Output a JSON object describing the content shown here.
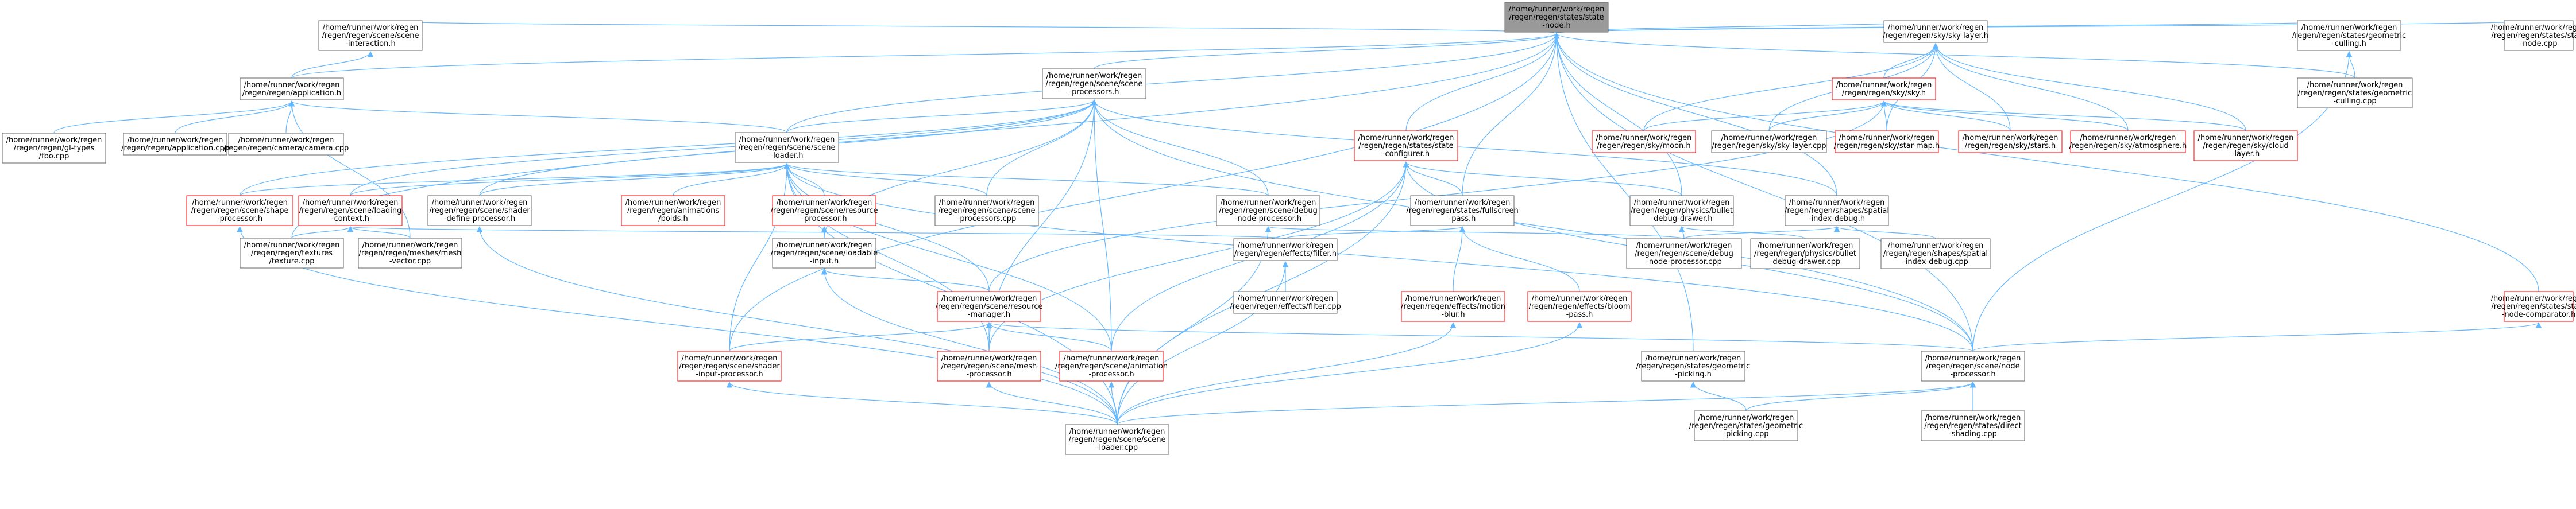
{
  "colors": {
    "edge": "#63b8ff",
    "node_border_normal": "#666666",
    "node_border_warning": "#ff0000",
    "node_fill_root": "#999999",
    "node_fill": "#ffffff"
  },
  "nodes": [
    {
      "id": "root",
      "lines": [
        "/home/runner/work/regen",
        "/regen/regen/states/state",
        "-node.h"
      ],
      "style": "root"
    },
    {
      "id": "interaction",
      "lines": [
        "/home/runner/work/regen",
        "/regen/regen/scene/scene",
        "-interaction.h"
      ],
      "style": "normal"
    },
    {
      "id": "application_h",
      "lines": [
        "/home/runner/work/regen",
        "/regen/regen/application.h"
      ],
      "style": "normal"
    },
    {
      "id": "qt_types",
      "lines": [
        "/home/runner/work/regen",
        "/regen/regen/gl-types",
        "/fbo.cpp"
      ],
      "style": "normal"
    },
    {
      "id": "application_cpp",
      "lines": [
        "/home/runner/work/regen",
        "/regen/regen/application.cpp"
      ],
      "style": "normal"
    },
    {
      "id": "camera_cpp",
      "lines": [
        "/home/runner/work/regen",
        "/regen/regen/camera/camera.cpp"
      ],
      "style": "normal"
    },
    {
      "id": "scene_processors_h",
      "lines": [
        "/home/runner/work/regen",
        "/regen/regen/scene/scene",
        "-processors.h"
      ],
      "style": "normal"
    },
    {
      "id": "scene_loader_h",
      "lines": [
        "/home/runner/work/regen",
        "/regen/regen/scene/scene",
        "-loader.h"
      ],
      "style": "normal"
    },
    {
      "id": "shape_processor",
      "lines": [
        "/home/runner/work/regen",
        "/regen/regen/scene/shape",
        "-processor.h"
      ],
      "style": "warning"
    },
    {
      "id": "loading_context",
      "lines": [
        "/home/runner/work/regen",
        "/regen/regen/scene/loading",
        "-context.h"
      ],
      "style": "warning"
    },
    {
      "id": "shader_define",
      "lines": [
        "/home/runner/work/regen",
        "/regen/regen/scene/shader",
        "-define-processor.h"
      ],
      "style": "normal"
    },
    {
      "id": "boids",
      "lines": [
        "/home/runner/work/regen",
        "/regen/regen/animations",
        "/boids.h"
      ],
      "style": "warning"
    },
    {
      "id": "resource_processor",
      "lines": [
        "/home/runner/work/regen",
        "/regen/regen/scene/resource",
        "-processor.h"
      ],
      "style": "warning"
    },
    {
      "id": "scene_processors_cpp",
      "lines": [
        "/home/runner/work/regen",
        "/regen/regen/scene/scene",
        "-processors.cpp"
      ],
      "style": "normal"
    },
    {
      "id": "textures_cpp",
      "lines": [
        "/home/runner/work/regen",
        "/regen/regen/textures",
        "/texture.cpp"
      ],
      "style": "normal"
    },
    {
      "id": "mesh_vector",
      "lines": [
        "/home/runner/work/regen",
        "/regen/regen/meshes/mesh",
        "-vector.cpp"
      ],
      "style": "normal"
    },
    {
      "id": "loadable_input",
      "lines": [
        "/home/runner/work/regen",
        "/regen/regen/scene/loadable",
        "-input.h"
      ],
      "style": "normal"
    },
    {
      "id": "resource_manager",
      "lines": [
        "/home/runner/work/regen",
        "/regen/regen/scene/resource",
        "-manager.h"
      ],
      "style": "warning"
    },
    {
      "id": "shader_input",
      "lines": [
        "/home/runner/work/regen",
        "/regen/regen/scene/shader",
        "-input-processor.h"
      ],
      "style": "warning"
    },
    {
      "id": "mesh_processor",
      "lines": [
        "/home/runner/work/regen",
        "/regen/regen/scene/mesh",
        "-processor.h"
      ],
      "style": "warning"
    },
    {
      "id": "animation_processor",
      "lines": [
        "/home/runner/work/regen",
        "/regen/regen/scene/animation",
        "-processor.h"
      ],
      "style": "warning"
    },
    {
      "id": "scene_loader_cpp",
      "lines": [
        "/home/runner/work/regen",
        "/regen/regen/scene/scene",
        "-loader.cpp"
      ],
      "style": "normal"
    },
    {
      "id": "debug_node_h",
      "lines": [
        "/home/runner/work/regen",
        "/regen/regen/scene/debug",
        "-node-processor.h"
      ],
      "style": "normal"
    },
    {
      "id": "state_configurer",
      "lines": [
        "/home/runner/work/regen",
        "/regen/regen/states/state",
        "-configurer.h"
      ],
      "style": "warning"
    },
    {
      "id": "fullscreen_pass",
      "lines": [
        "/home/runner/work/regen",
        "/regen/regen/states/fullscreen",
        "-pass.h"
      ],
      "style": "normal"
    },
    {
      "id": "filter_h",
      "lines": [
        "/home/runner/work/regen",
        "/regen/regen/effects/filter.h"
      ],
      "style": "normal"
    },
    {
      "id": "filter_cpp",
      "lines": [
        "/home/runner/work/regen",
        "/regen/regen/effects/filter.cpp"
      ],
      "style": "normal"
    },
    {
      "id": "motion_blur",
      "lines": [
        "/home/runner/work/regen",
        "/regen/regen/effects/motion",
        "-blur.h"
      ],
      "style": "warning"
    },
    {
      "id": "bloom_pass",
      "lines": [
        "/home/runner/work/regen",
        "/regen/regen/effects/bloom",
        "-pass.h"
      ],
      "style": "warning"
    },
    {
      "id": "bullet_debug_h",
      "lines": [
        "/home/runner/work/regen",
        "/regen/regen/physics/bullet",
        "-debug-drawer.h"
      ],
      "style": "normal"
    },
    {
      "id": "debug_node_cpp",
      "lines": [
        "/home/runner/work/regen",
        "/regen/regen/scene/debug",
        "-node-processor.cpp"
      ],
      "style": "normal"
    },
    {
      "id": "bullet_debug_cpp",
      "lines": [
        "/home/runner/work/regen",
        "/regen/regen/physics/bullet",
        "-debug-drawer.cpp"
      ],
      "style": "normal"
    },
    {
      "id": "geometric_picking_h",
      "lines": [
        "/home/runner/work/regen",
        "/regen/regen/states/geometric",
        "-picking.h"
      ],
      "style": "normal"
    },
    {
      "id": "geometric_picking_cpp",
      "lines": [
        "/home/runner/work/regen",
        "/regen/regen/states/geometric",
        "-picking.cpp"
      ],
      "style": "normal"
    },
    {
      "id": "scene_node_processor",
      "lines": [
        "/home/runner/work/regen",
        "/regen/regen/scene/node",
        "-processor.h"
      ],
      "style": "normal"
    },
    {
      "id": "direct_shading",
      "lines": [
        "/home/runner/work/regen",
        "/regen/regen/states/direct",
        "-shading.cpp"
      ],
      "style": "normal"
    },
    {
      "id": "sky_layer_h",
      "lines": [
        "/home/runner/work/regen",
        "/regen/regen/sky/sky-layer.h"
      ],
      "style": "normal"
    },
    {
      "id": "sky_h",
      "lines": [
        "/home/runner/work/regen",
        "/regen/regen/sky/sky.h"
      ],
      "style": "warning"
    },
    {
      "id": "sky_moon",
      "lines": [
        "/home/runner/work/regen",
        "/regen/regen/sky/moon.h"
      ],
      "style": "warning"
    },
    {
      "id": "sky_layer_cpp",
      "lines": [
        "/home/runner/work/regen",
        "/regen/regen/sky/sky-layer.cpp"
      ],
      "style": "normal"
    },
    {
      "id": "star_map",
      "lines": [
        "/home/runner/work/regen",
        "/regen/regen/sky/star-map.h"
      ],
      "style": "warning"
    },
    {
      "id": "stars",
      "lines": [
        "/home/runner/work/regen",
        "/regen/regen/sky/stars.h"
      ],
      "style": "warning"
    },
    {
      "id": "atmosphere",
      "lines": [
        "/home/runner/work/regen",
        "/regen/regen/sky/atmosphere.h"
      ],
      "style": "warning"
    },
    {
      "id": "cloud_layer",
      "lines": [
        "/home/runner/work/regen",
        "/regen/regen/sky/cloud",
        "-layer.h"
      ],
      "style": "warning"
    },
    {
      "id": "spatial_index_h",
      "lines": [
        "/home/runner/work/regen",
        "/regen/regen/shapes/spatial",
        "-index-debug.h"
      ],
      "style": "normal"
    },
    {
      "id": "spatial_index_cpp",
      "lines": [
        "/home/runner/work/regen",
        "/regen/regen/shapes/spatial",
        "-index-debug.cpp"
      ],
      "style": "normal"
    },
    {
      "id": "culling_h",
      "lines": [
        "/home/runner/work/regen",
        "/regen/regen/states/geometric",
        "-culling.h"
      ],
      "style": "normal"
    },
    {
      "id": "culling_cpp",
      "lines": [
        "/home/runner/work/regen",
        "/regen/regen/states/geometric",
        "-culling.cpp"
      ],
      "style": "normal"
    },
    {
      "id": "state_node_cpp",
      "lines": [
        "/home/runner/work/regen",
        "/regen/regen/states/state",
        "-node.cpp"
      ],
      "style": "normal"
    },
    {
      "id": "state_node_comparator",
      "lines": [
        "/home/runner/work/regen",
        "/regen/regen/states/state",
        "-node-comparator.h"
      ],
      "style": "warning"
    }
  ],
  "edges": [
    [
      "interaction",
      "root"
    ],
    [
      "application_h",
      "root"
    ],
    [
      "scene_processors_h",
      "root"
    ],
    [
      "scene_loader_h",
      "root"
    ],
    [
      "state_configurer",
      "root"
    ],
    [
      "fullscreen_pass",
      "root"
    ],
    [
      "sky_layer_h",
      "root"
    ],
    [
      "culling_h",
      "root"
    ],
    [
      "state_node_cpp",
      "root"
    ],
    [
      "state_node_comparator",
      "root"
    ],
    [
      "scene_node_processor",
      "root"
    ],
    [
      "geometric_picking_h",
      "root"
    ],
    [
      "bullet_debug_h",
      "root"
    ],
    [
      "spatial_index_h",
      "root"
    ],
    [
      "culling_cpp",
      "root"
    ],
    [
      "shader_input",
      "root"
    ],
    [
      "textures_cpp",
      "root"
    ],
    [
      "application_h",
      "interaction"
    ],
    [
      "qt_types",
      "application_h"
    ],
    [
      "application_cpp",
      "application_h"
    ],
    [
      "camera_cpp",
      "application_h"
    ],
    [
      "scene_loader_h",
      "application_h"
    ],
    [
      "mesh_vector",
      "application_h"
    ],
    [
      "scene_loader_h",
      "scene_processors_h"
    ],
    [
      "scene_processors_cpp",
      "scene_processors_h"
    ],
    [
      "debug_node_h",
      "scene_processors_h"
    ],
    [
      "loadable_input",
      "scene_processors_h"
    ],
    [
      "mesh_processor",
      "scene_processors_h"
    ],
    [
      "animation_processor",
      "scene_processors_h"
    ],
    [
      "shader_define",
      "scene_processors_h"
    ],
    [
      "loading_context",
      "scene_processors_h"
    ],
    [
      "spatial_index_h",
      "scene_processors_h"
    ],
    [
      "scene_node_processor",
      "scene_processors_h"
    ],
    [
      "shape_processor",
      "scene_processors_h"
    ],
    [
      "shape_processor",
      "scene_loader_h"
    ],
    [
      "loading_context",
      "scene_loader_h"
    ],
    [
      "shader_define",
      "scene_loader_h"
    ],
    [
      "boids",
      "scene_loader_h"
    ],
    [
      "resource_processor",
      "scene_loader_h"
    ],
    [
      "scene_processors_cpp",
      "scene_loader_h"
    ],
    [
      "debug_node_h",
      "scene_loader_h"
    ],
    [
      "resource_manager",
      "scene_loader_h"
    ],
    [
      "scene_loader_cpp",
      "scene_loader_h"
    ],
    [
      "shader_input",
      "scene_loader_h"
    ],
    [
      "mesh_processor",
      "scene_loader_h"
    ],
    [
      "animation_processor",
      "scene_loader_h"
    ],
    [
      "scene_node_processor",
      "scene_loader_h"
    ],
    [
      "textures_cpp",
      "loading_context"
    ],
    [
      "mesh_vector",
      "loading_context"
    ],
    [
      "filter_h",
      "loading_context"
    ],
    [
      "scene_loader_cpp",
      "shape_processor"
    ],
    [
      "scene_loader_cpp",
      "shader_define"
    ],
    [
      "loadable_input",
      "resource_processor"
    ],
    [
      "resource_manager",
      "loadable_input"
    ],
    [
      "scene_loader_cpp",
      "loadable_input"
    ],
    [
      "shader_input",
      "resource_manager"
    ],
    [
      "mesh_processor",
      "resource_manager"
    ],
    [
      "animation_processor",
      "resource_manager"
    ],
    [
      "scene_node_processor",
      "resource_manager"
    ],
    [
      "scene_loader_cpp",
      "shader_input"
    ],
    [
      "scene_loader_cpp",
      "mesh_processor"
    ],
    [
      "scene_loader_cpp",
      "animation_processor"
    ],
    [
      "debug_node_cpp",
      "debug_node_h"
    ],
    [
      "scene_loader_cpp",
      "debug_node_h"
    ],
    [
      "fullscreen_pass",
      "state_configurer"
    ],
    [
      "bullet_debug_h",
      "state_configurer"
    ],
    [
      "mesh_processor",
      "state_configurer"
    ],
    [
      "animation_processor",
      "state_configurer"
    ],
    [
      "scene_loader_cpp",
      "state_configurer"
    ],
    [
      "scene_node_processor",
      "state_configurer"
    ],
    [
      "filter_h",
      "fullscreen_pass"
    ],
    [
      "motion_blur",
      "fullscreen_pass"
    ],
    [
      "bloom_pass",
      "fullscreen_pass"
    ],
    [
      "filter_cpp",
      "filter_h"
    ],
    [
      "scene_loader_cpp",
      "filter_h"
    ],
    [
      "scene_loader_cpp",
      "motion_blur"
    ],
    [
      "scene_loader_cpp",
      "bloom_pass"
    ],
    [
      "debug_node_cpp",
      "bullet_debug_h"
    ],
    [
      "bullet_debug_cpp",
      "bullet_debug_h"
    ],
    [
      "geometric_picking_cpp",
      "geometric_picking_h"
    ],
    [
      "scene_loader_cpp",
      "scene_node_processor"
    ],
    [
      "geometric_picking_cpp",
      "scene_node_processor"
    ],
    [
      "direct_shading",
      "scene_node_processor"
    ],
    [
      "sky_h",
      "sky_layer_h"
    ],
    [
      "sky_moon",
      "sky_layer_h"
    ],
    [
      "sky_layer_cpp",
      "sky_layer_h"
    ],
    [
      "star_map",
      "sky_layer_h"
    ],
    [
      "stars",
      "sky_layer_h"
    ],
    [
      "atmosphere",
      "sky_layer_h"
    ],
    [
      "cloud_layer",
      "sky_layer_h"
    ],
    [
      "sky_moon",
      "sky_h"
    ],
    [
      "sky_layer_cpp",
      "sky_h"
    ],
    [
      "star_map",
      "sky_h"
    ],
    [
      "stars",
      "sky_h"
    ],
    [
      "atmosphere",
      "sky_h"
    ],
    [
      "cloud_layer",
      "sky_h"
    ],
    [
      "resource_manager",
      "sky_h"
    ],
    [
      "debug_node_cpp",
      "spatial_index_h"
    ],
    [
      "spatial_index_cpp",
      "spatial_index_h"
    ],
    [
      "culling_cpp",
      "culling_h"
    ],
    [
      "scene_node_processor",
      "culling_h"
    ],
    [
      "scene_node_processor",
      "state_node_comparator"
    ]
  ]
}
